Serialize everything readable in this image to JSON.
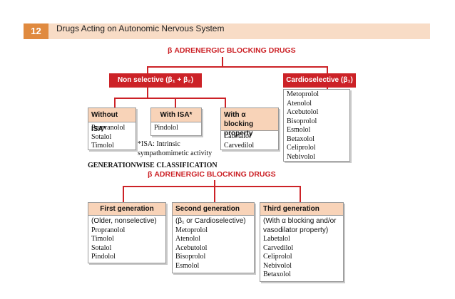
{
  "header": {
    "page_number": "12",
    "title": "Drugs Acting on Autonomic Nervous System"
  },
  "tree1": {
    "title": "β ADRENERGIC BLOCKING DRUGS",
    "non_selective": "Non selective (β₁ + β₂)",
    "cardioselective": "Cardioselective (β₁)",
    "cardioselective_items": [
      "Metoprolol",
      "Atenolol",
      "Acebutolol",
      "Bisoprolol",
      "Esmolol",
      "Betaxolol",
      "Celiprolol",
      "Nebivolol"
    ],
    "without_isa": {
      "label": "Without ISA*",
      "items": [
        "Propranolol",
        "Sotalol",
        "Timolol"
      ]
    },
    "with_isa": {
      "label": "With ISA*",
      "items": [
        "Pindolol"
      ]
    },
    "with_alpha": {
      "label": "With α blocking property",
      "items": [
        "Labetalol",
        "Carvedilol"
      ]
    },
    "footnote": "*ISA: Intrinsic sympathomimetic activity"
  },
  "section_label": "GENERATIONWISE CLASSIFICATION",
  "tree2": {
    "title": "β ADRENERGIC BLOCKING DRUGS",
    "first": {
      "label": "First generation",
      "sub": "(Older, nonselective)",
      "items": [
        "Propranolol",
        "Timolol",
        "Sotalol",
        "Pindolol"
      ]
    },
    "second": {
      "label": "Second generation",
      "sub": "(β₁ or Cardioselective)",
      "items": [
        "Metoprolol",
        "Atenolol",
        "Acebutolol",
        "Bisoprolol",
        "Esmolol"
      ]
    },
    "third": {
      "label": "Third generation",
      "sub": "(With α blocking and/or vasodilator property)",
      "items": [
        "Labetalol",
        "Carvedilol",
        "Celiprolol",
        "Nebivolol",
        "Betaxolol"
      ]
    }
  },
  "colors": {
    "accent_red": "#cc2227",
    "header_orange": "#e08a3f",
    "header_bar": "#f8dcc6",
    "box_head": "#f8d3b8"
  }
}
